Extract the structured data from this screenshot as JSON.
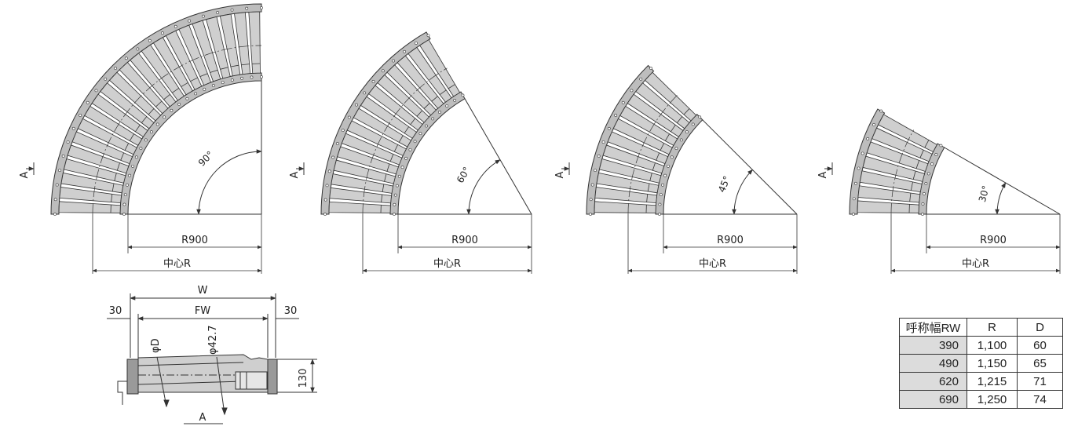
{
  "curves": [
    {
      "angle_deg": 90,
      "angle_label": "90°",
      "radius_label": "R900",
      "center_label": "中心R",
      "section_label": "A"
    },
    {
      "angle_deg": 60,
      "angle_label": "60°",
      "radius_label": "R900",
      "center_label": "中心R",
      "section_label": "A"
    },
    {
      "angle_deg": 45,
      "angle_label": "45°",
      "radius_label": "R900",
      "center_label": "中心R",
      "section_label": "A"
    },
    {
      "angle_deg": 30,
      "angle_label": "30°",
      "radius_label": "R900",
      "center_label": "中心R",
      "section_label": "A"
    }
  ],
  "section_view": {
    "width_label": "W",
    "frame_width_label": "FW",
    "left_offset_label": "30",
    "right_offset_label": "30",
    "roller_dia_label": "φD",
    "small_roller_dia_label": "φ42.7",
    "height_label": "130",
    "section_label": "A"
  },
  "spec_table": {
    "headers": [
      "呼称幅RW",
      "R",
      "D"
    ],
    "rows": [
      [
        "390",
        "1,100",
        "60"
      ],
      [
        "490",
        "1,150",
        "65"
      ],
      [
        "620",
        "1,215",
        "71"
      ],
      [
        "690",
        "1,250",
        "74"
      ]
    ]
  },
  "colors": {
    "line": "#333333",
    "roller": "#cfcfcf",
    "frame": "#bdbdbd",
    "hole": "#ffffff"
  }
}
